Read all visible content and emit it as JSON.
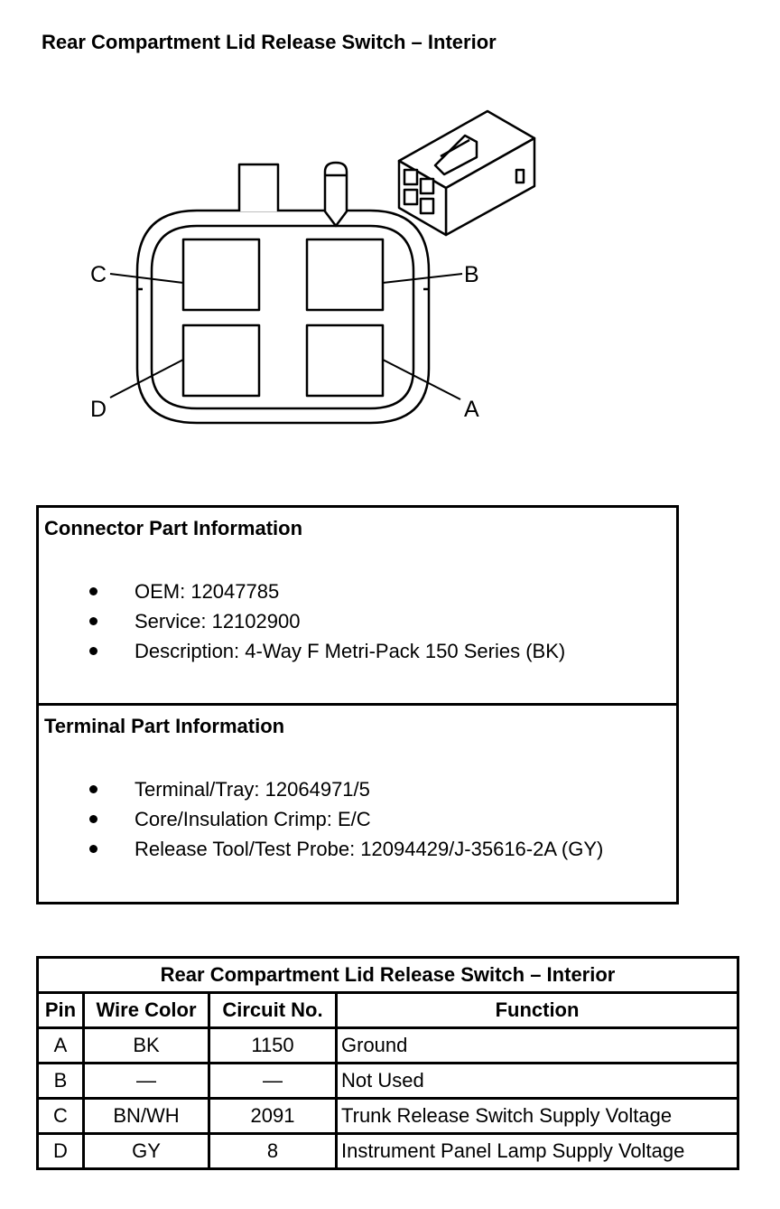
{
  "title": "Rear Compartment Lid Release Switch – Interior",
  "pin_labels": {
    "a": "A",
    "b": "B",
    "c": "C",
    "d": "D"
  },
  "connector_info": {
    "heading": "Connector Part Information",
    "items": [
      "OEM: 12047785",
      "Service: 12102900",
      "Description: 4-Way F Metri-Pack 150 Series (BK)"
    ]
  },
  "terminal_info": {
    "heading": "Terminal Part Information",
    "items": [
      "Terminal/Tray: 12064971/5",
      "Core/Insulation Crimp: E/C",
      "Release Tool/Test Probe: 12094429/J-35616-2A (GY)"
    ]
  },
  "pin_table": {
    "caption": "Rear Compartment Lid Release Switch – Interior",
    "headers": [
      "Pin",
      "Wire Color",
      "Circuit No.",
      "Function"
    ],
    "rows": [
      [
        "A",
        "BK",
        "1150",
        "Ground"
      ],
      [
        "B",
        "—",
        "—",
        "Not Used"
      ],
      [
        "C",
        "BN/WH",
        "2091",
        "Trunk Release Switch Supply Voltage"
      ],
      [
        "D",
        "GY",
        "8",
        "Instrument Panel Lamp Supply Voltage"
      ]
    ]
  }
}
